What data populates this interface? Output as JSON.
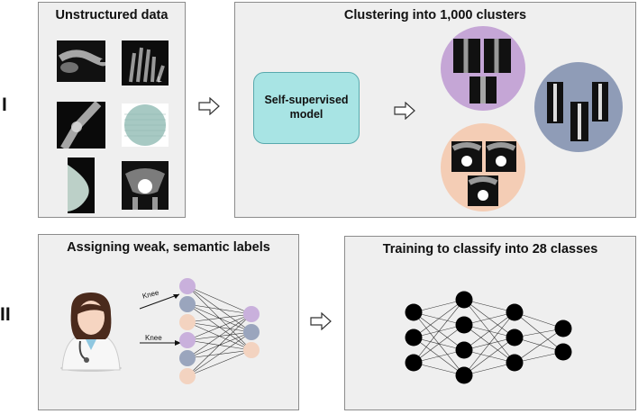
{
  "row_labels": {
    "row1": "I",
    "row2": "II"
  },
  "panels": {
    "unstructured": {
      "title": "Unstructured data"
    },
    "clustering": {
      "title": "Clustering into 1,000 clusters",
      "model_label": "Self-supervised model"
    },
    "assigning": {
      "title": "Assigning weak, semantic labels",
      "label_top": "Knee",
      "label_bottom": "Knee"
    },
    "training": {
      "title": "Training to classify into 28 classes"
    }
  },
  "colors": {
    "panel_bg": "#efefef",
    "model_box": "#a8e4e4",
    "cluster_purple": "#c5a6d6",
    "cluster_blue": "#8f9cb7",
    "cluster_peach": "#f4cdb5",
    "node_purple": "#c9b0dc",
    "node_blue": "#9aa5bd",
    "node_peach": "#f3d3c0",
    "nn_node": "#000000"
  },
  "icons": [
    "hollow-right-arrow-icon",
    "doctor-icon",
    "neural-network-icon",
    "xray-image-icon"
  ]
}
